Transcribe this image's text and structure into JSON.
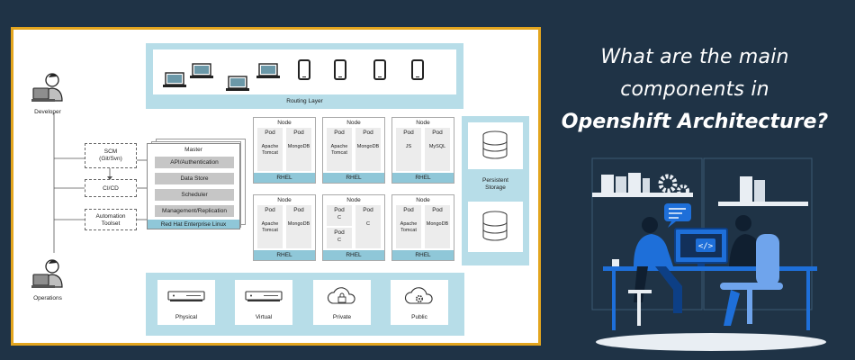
{
  "headline": {
    "line1": "What are the main",
    "line2": "components in",
    "line3": "Openshift Architecture?"
  },
  "diagram": {
    "actors": {
      "developer": "Developer",
      "operations": "Operations"
    },
    "tools": {
      "scm": [
        "SCM",
        "(Git/Svn)"
      ],
      "cicd": "CI/CD",
      "automation": [
        "Automation",
        "Toolset"
      ]
    },
    "routing_layer": "Routing Layer",
    "master": {
      "title": "Master",
      "items": [
        "API/Authentication",
        "Data Store",
        "Scheduler",
        "Management/Replication"
      ],
      "footer": "Red Hat Enterprise Linux"
    },
    "nodes": [
      {
        "title": "Node",
        "pods": [
          {
            "label": "Pod",
            "apps": [
              "Apache",
              "Tomcat"
            ]
          },
          {
            "label": "Pod",
            "apps": [
              "MongoDB"
            ]
          }
        ],
        "footer": "RHEL"
      },
      {
        "title": "Node",
        "pods": [
          {
            "label": "Pod",
            "apps": [
              "Apache",
              "Tomcat"
            ]
          },
          {
            "label": "Pod",
            "apps": [
              "MongoDB"
            ]
          }
        ],
        "footer": "RHEL"
      },
      {
        "title": "Node",
        "pods": [
          {
            "label": "Pod",
            "apps": [
              "JS"
            ]
          },
          {
            "label": "Pod",
            "apps": [
              "MySQL"
            ]
          }
        ],
        "footer": "RHEL"
      },
      {
        "title": "Node",
        "pods": [
          {
            "label": "Pod",
            "apps": [
              "Apache",
              "Tomcat"
            ]
          },
          {
            "label": "Pod",
            "apps": [
              "MongoDB"
            ]
          }
        ],
        "footer": "RHEL"
      },
      {
        "title": "Node",
        "pods": [
          {
            "label": "Pod",
            "apps": [
              "C"
            ]
          },
          {
            "label": "Pod",
            "apps": [
              "C"
            ]
          },
          {
            "label": "Pod",
            "apps": [
              "C"
            ]
          }
        ],
        "footer": "RHEL"
      },
      {
        "title": "Node",
        "pods": [
          {
            "label": "Pod",
            "apps": [
              "Apache",
              "Tomcat"
            ]
          },
          {
            "label": "Pod",
            "apps": [
              "MongoDB"
            ]
          }
        ],
        "footer": "RHEL"
      }
    ],
    "storage": [
      "Persistent",
      "Storage"
    ],
    "infrastructure": [
      "Physical",
      "Virtual",
      "Private",
      "Public"
    ]
  },
  "colors": {
    "background": "#1f3346",
    "frame": "#e3a51e",
    "panel": "#b7dde8",
    "rhel_bar": "#8fc7d8",
    "master_item": "#c6c6c6",
    "illustration_accent": "#1e6fd9"
  },
  "icons": {
    "actors": "person-laptop-icon",
    "devices": [
      "laptop-icon",
      "laptop-icon",
      "laptop-icon",
      "laptop-icon",
      "phone-icon",
      "phone-icon",
      "phone-icon",
      "phone-icon"
    ],
    "storage": "database-icon",
    "infrastructure": [
      "server-icon",
      "server-icon",
      "cloud-lock-icon",
      "cloud-gear-icon"
    ]
  }
}
